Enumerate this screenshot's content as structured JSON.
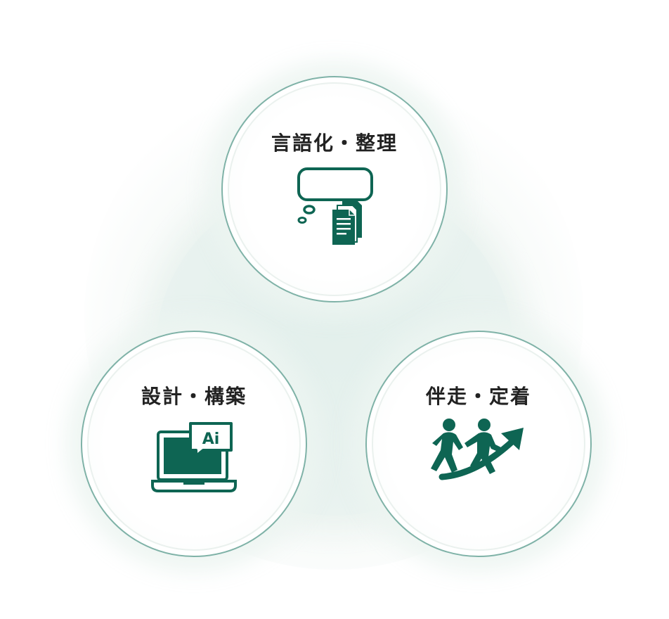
{
  "colors": {
    "accent": "#0e6553",
    "ring": "#7fb2a7",
    "background_tint": "#e6f1ed"
  },
  "nodes": [
    {
      "label": "言語化・整理",
      "icon": "speech-bubble-document-icon"
    },
    {
      "label": "設計・構築",
      "icon": "laptop-ai-icon"
    },
    {
      "label": "伴走・定着",
      "icon": "people-running-arrow-icon"
    }
  ],
  "ai_badge_text": "Ai"
}
